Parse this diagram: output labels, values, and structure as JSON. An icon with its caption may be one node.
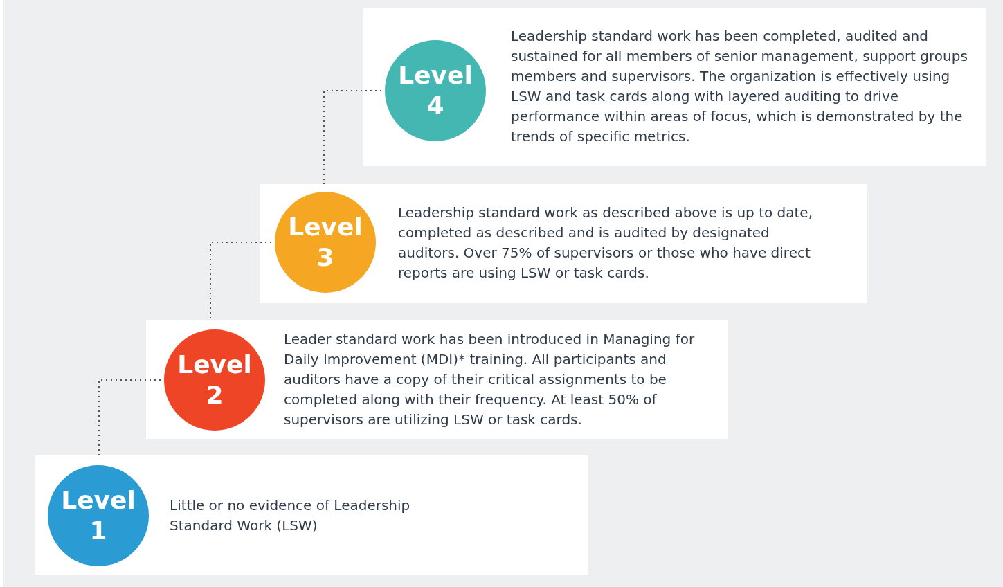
{
  "diagram": {
    "nodes": [
      {
        "text": [
          "Leadership standard work has been completed, audited and sustained for all members of senior management, support groups members and supervisors. The organization is effectively using LSW and task cards along with layered auditing to drive performance within areas of focus, which is demonstrated by the trends of specific metrics."
        ]
      },
      {
        "text": [
          "Level 4"
        ],
        "in": 0
      },
      {
        "text": [
          "Leadership standard work as described above is up to date, completed as described and is audited by designated auditors. Over 75% of supervisors or those who have direct reports are using LSW or task cards."
        ]
      },
      {
        "text": [
          "Level 3"
        ],
        "in": 2
      },
      {
        "text": [
          "Leader standard work has been introduced in Managing for Daily Improvement (MDI)* training. All participants and auditors have a copy of their critical assignments to be completed along with their frequency. At least 50% of supervisors are utilizing LSW or task cards."
        ]
      },
      {
        "text": [
          "Level 2"
        ],
        "in": 4
      },
      {
        "text": [
          "Little or no evidence of Leadership Standard Work (LSW)"
        ]
      },
      {
        "text": [
          "Level 1"
        ],
        "in": 6
      }
    ],
    "edges": [
      {
        "from": 1,
        "to": 2,
        "arrow": "none",
        "style": "dashed"
      },
      {
        "from": 3,
        "to": 4,
        "arrow": "none",
        "style": "dashed"
      },
      {
        "from": 5,
        "to": 6,
        "arrow": "none",
        "style": "dashed"
      }
    ]
  }
}
